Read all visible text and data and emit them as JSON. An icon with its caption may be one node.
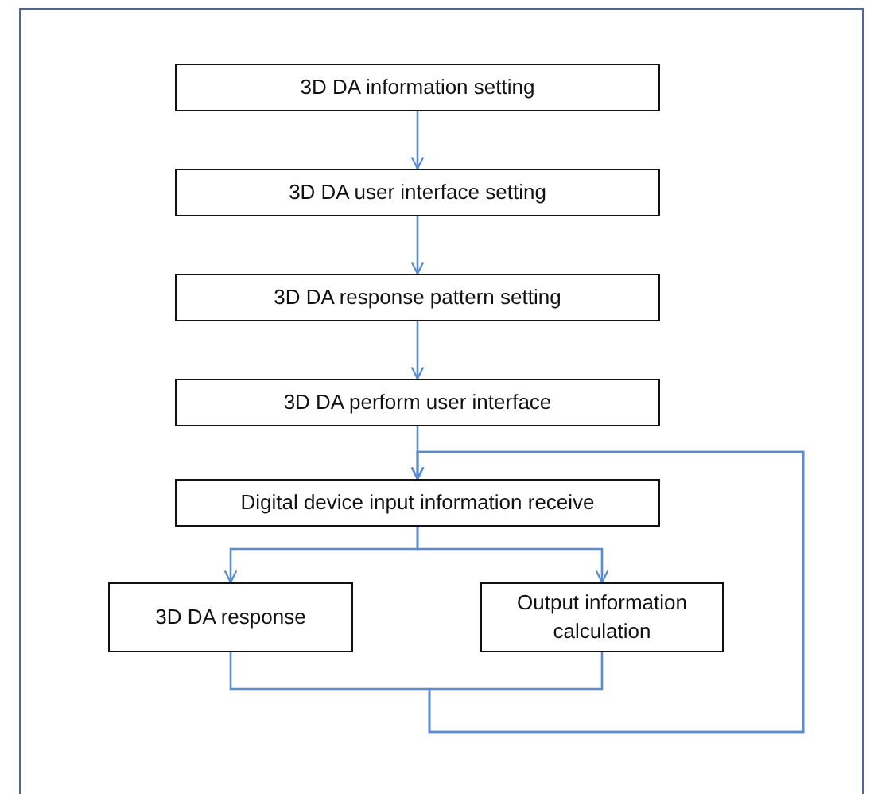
{
  "diagram": {
    "nodes": [
      {
        "text": [
          "3D DA information setting"
        ]
      },
      {
        "text": [
          "3D DA user interface setting"
        ]
      },
      {
        "text": [
          "3D DA response pattern setting"
        ]
      },
      {
        "text": [
          "3D DA perform user interface"
        ]
      },
      {
        "text": [
          "Digital device input information receive"
        ]
      },
      {
        "text": [
          "3D DA response"
        ]
      },
      {
        "text": [
          "Output information calculation"
        ]
      }
    ],
    "edges": [
      {
        "from": 0,
        "to": 1,
        "arrow": "to"
      },
      {
        "from": 1,
        "to": 2,
        "arrow": "to"
      },
      {
        "from": 2,
        "to": 3,
        "arrow": "to"
      },
      {
        "from": 3,
        "to": 4,
        "arrow": "to"
      },
      {
        "from": 4,
        "to": 5,
        "arrow": "to"
      },
      {
        "from": 4,
        "to": 6,
        "arrow": "to"
      },
      {
        "from": 5,
        "to": 4,
        "arrow": "to"
      },
      {
        "from": 6,
        "to": 4,
        "arrow": "to"
      }
    ]
  }
}
